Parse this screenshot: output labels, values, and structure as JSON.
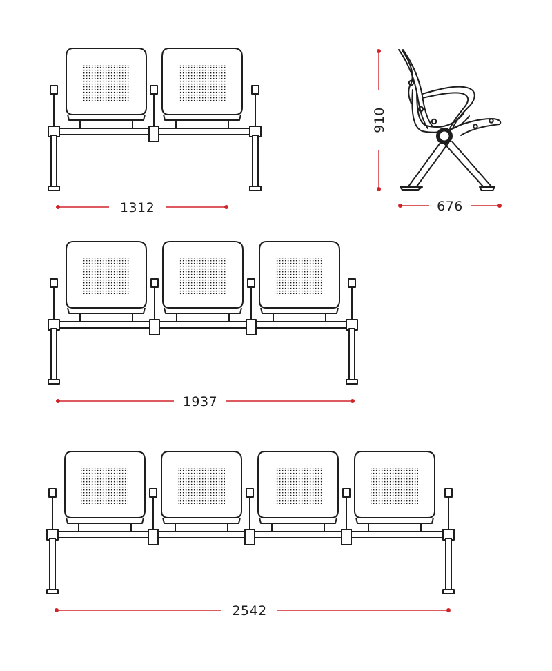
{
  "drawings": [
    {
      "id": "bench-2",
      "seats": 2,
      "dimension": "1312"
    },
    {
      "id": "bench-3",
      "seats": 3,
      "dimension": "1937"
    },
    {
      "id": "bench-4",
      "seats": 4,
      "dimension": "2542"
    }
  ],
  "side_view": {
    "height": "910",
    "depth": "676"
  },
  "colors": {
    "line": "#1e1e1e",
    "dimension": "#d0242b"
  }
}
